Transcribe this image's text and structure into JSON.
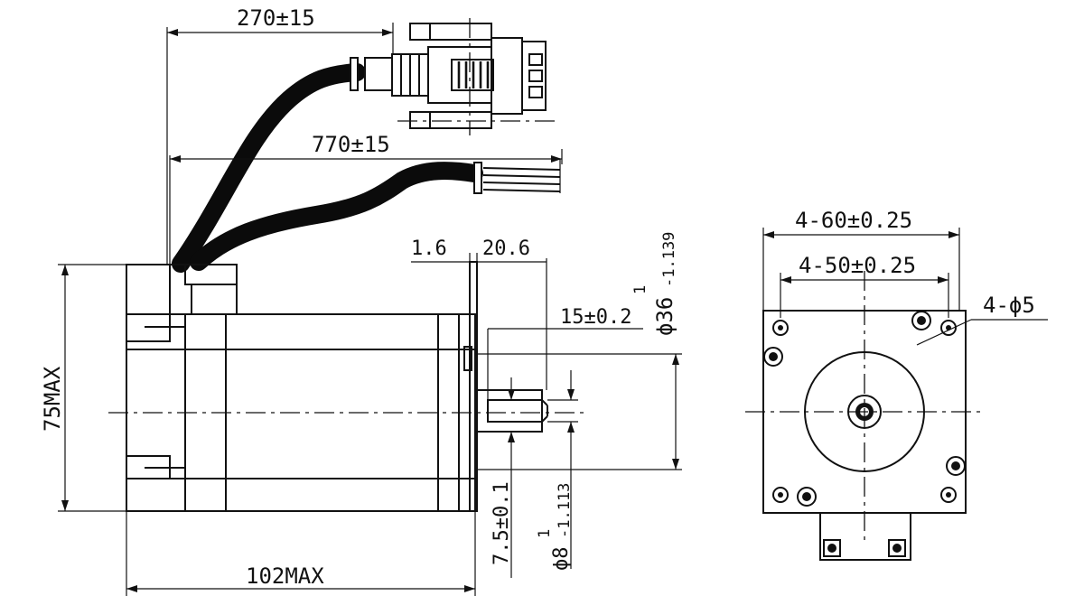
{
  "side_view": {
    "dim_cable_encoder": "270±15",
    "dim_cable_power": "770±15",
    "dim_flange_thickness": "1.6",
    "dim_boss_length": "20.6",
    "dim_shaft_length": "15±0.2",
    "dim_pilot_diameter": "ϕ36",
    "dim_pilot_tolerance": "-1.139",
    "dim_pilot_tol_upper": "1",
    "dim_flat_depth": "7.5±0.1",
    "dim_shaft_diameter": "ϕ8",
    "dim_shaft_tolerance": "-1.113",
    "dim_shaft_tol_upper": "1",
    "dim_height": "75MAX",
    "dim_length": "102MAX"
  },
  "front_view": {
    "dim_outer_holes": "4-60±0.25",
    "dim_inner_holes": "4-50±0.25",
    "dim_hole_diameter": "4-ϕ5"
  }
}
